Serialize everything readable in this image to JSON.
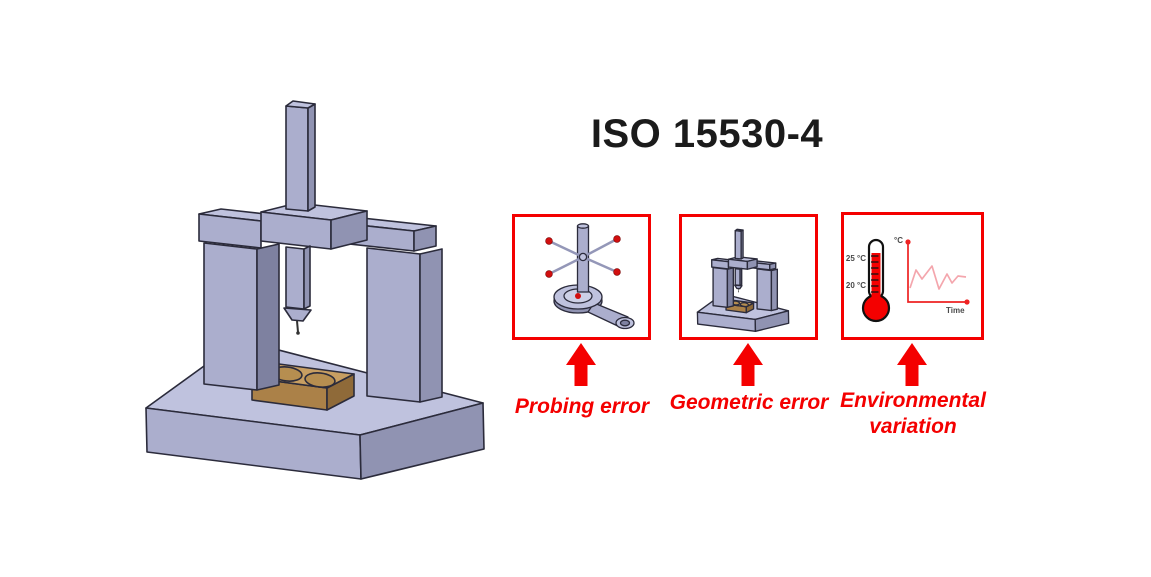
{
  "title": "ISO 15530-4",
  "error_sources": [
    {
      "label_lines": [
        "Probing error"
      ],
      "icon": "star-stylus-probe-icon"
    },
    {
      "label_lines": [
        "Geometric error"
      ],
      "icon": "mini-cmm-machine-icon"
    },
    {
      "label_lines": [
        "Environmental",
        "variation"
      ],
      "icon": "thermometer-and-temperature-chart-icon"
    }
  ],
  "machine": {
    "icon": "cmm-bridge-machine-with-workpiece"
  },
  "environment_panel": {
    "thermometer": {
      "high_label": "25 °C",
      "low_label": "20 °C"
    },
    "chart": {
      "ylabel": "°C",
      "xlabel": "Time",
      "chart_data": {
        "type": "line",
        "x": [
          0,
          1,
          2,
          3,
          4,
          5,
          6,
          7,
          8
        ],
        "values": [
          21.4,
          23.2,
          22.3,
          23.6,
          21.3,
          22.8,
          21.9,
          22.6,
          22.5
        ],
        "title": "",
        "xlabel": "Time",
        "ylabel": "°C",
        "ylim": [
          20,
          26
        ],
        "grid": false
      }
    }
  },
  "colors": {
    "accent_red": "#f40000",
    "ball_red": "#d10f0f",
    "chart_axis": "#ee2222",
    "chart_line": "#f4a6ad",
    "title_color": "#1b1b1b",
    "outline": "#2b2b3b",
    "machine_top": "#bfc2de",
    "machine_front": "#abaecd",
    "machine_side": "#9093b2",
    "machine_side_dark": "#7e81a0",
    "workpiece_top": "#c79e62",
    "workpiece_front": "#ab8148",
    "workpiece_side": "#8f6a39",
    "workpiece_hole": "#b68e50"
  }
}
